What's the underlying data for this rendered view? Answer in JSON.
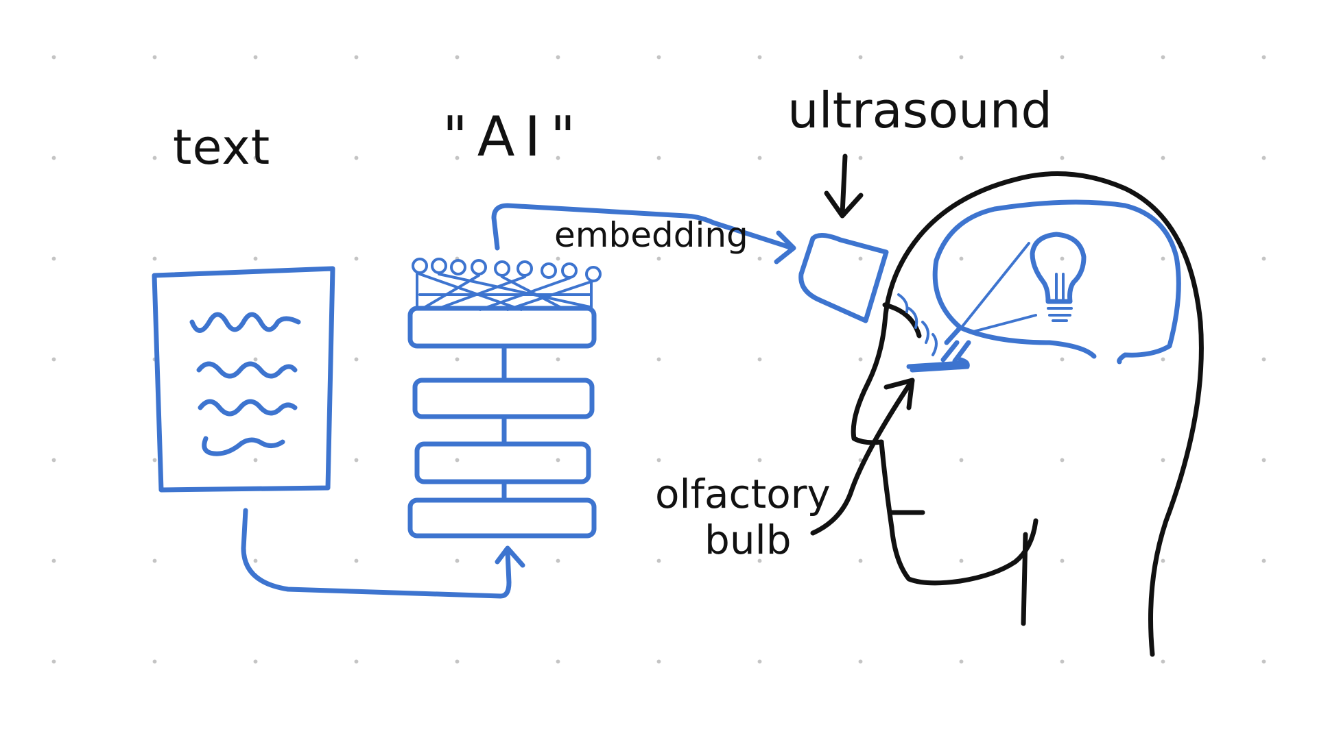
{
  "labels": {
    "text": "text",
    "ai": "\"AI\"",
    "ultrasound": "ultrasound",
    "embedding": "embedding",
    "olfactory_line1": "olfactory",
    "olfactory_line2": "bulb"
  },
  "colors": {
    "sketch_blue": "#3d74cf",
    "ink_black": "#111111",
    "grid_dot": "#c4c4c4",
    "background": "#ffffff"
  },
  "icons": {
    "document": "document-icon",
    "neural_network": "neural-network-icon",
    "ultrasound_probe": "ultrasound-probe-icon",
    "head": "head-profile-icon",
    "lightbulb": "lightbulb-icon"
  }
}
